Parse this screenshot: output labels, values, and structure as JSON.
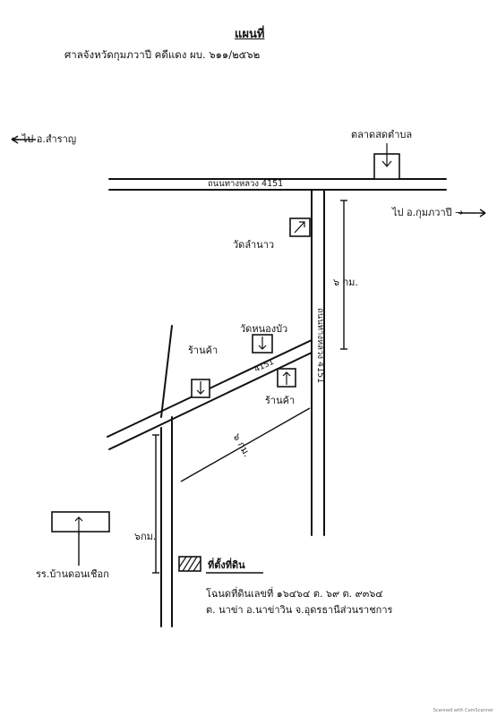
{
  "header": {
    "title": "แผนที่",
    "subtitle": "ศาลจังหวัดกุมภวาปี   คดีแดง  ผบ. ๖๑๑/๒๕๖๒"
  },
  "directions": {
    "to_left": "← ไป อ.สำราญ",
    "to_right": "ไป อ.กุมภวาปี →"
  },
  "labels": {
    "market": "ตลาดสดตำบล",
    "road_h": "ถนนทางหลวง  4151",
    "road_v": "ถนนทางหลวง  4151",
    "temple1": "วัดลำนาว",
    "temple2": "วัดหนองบัว",
    "shop1": "ร้านค้า",
    "shop2": "ร้านค้า",
    "road_num_small": "4151",
    "school": "รร.บ้านดอนเชือก",
    "dist_5km": "๖ กม.",
    "dist_3km": "๖ กม.",
    "dist_3km_left": "๖กม.",
    "location_title": "ที่ตั้งที่ดิน",
    "location_line1": "โฉนดที่ดินเลขที่  ๑๖๔๖๔  ต. ๖๙  ต. ๙๓๖๔",
    "location_line2": "ต. นาข่า  อ.นาข่าวิน  จ.อุดรธานีส่วนราชการ"
  },
  "footer": {
    "scanner": "Scanned with CamScanner"
  }
}
